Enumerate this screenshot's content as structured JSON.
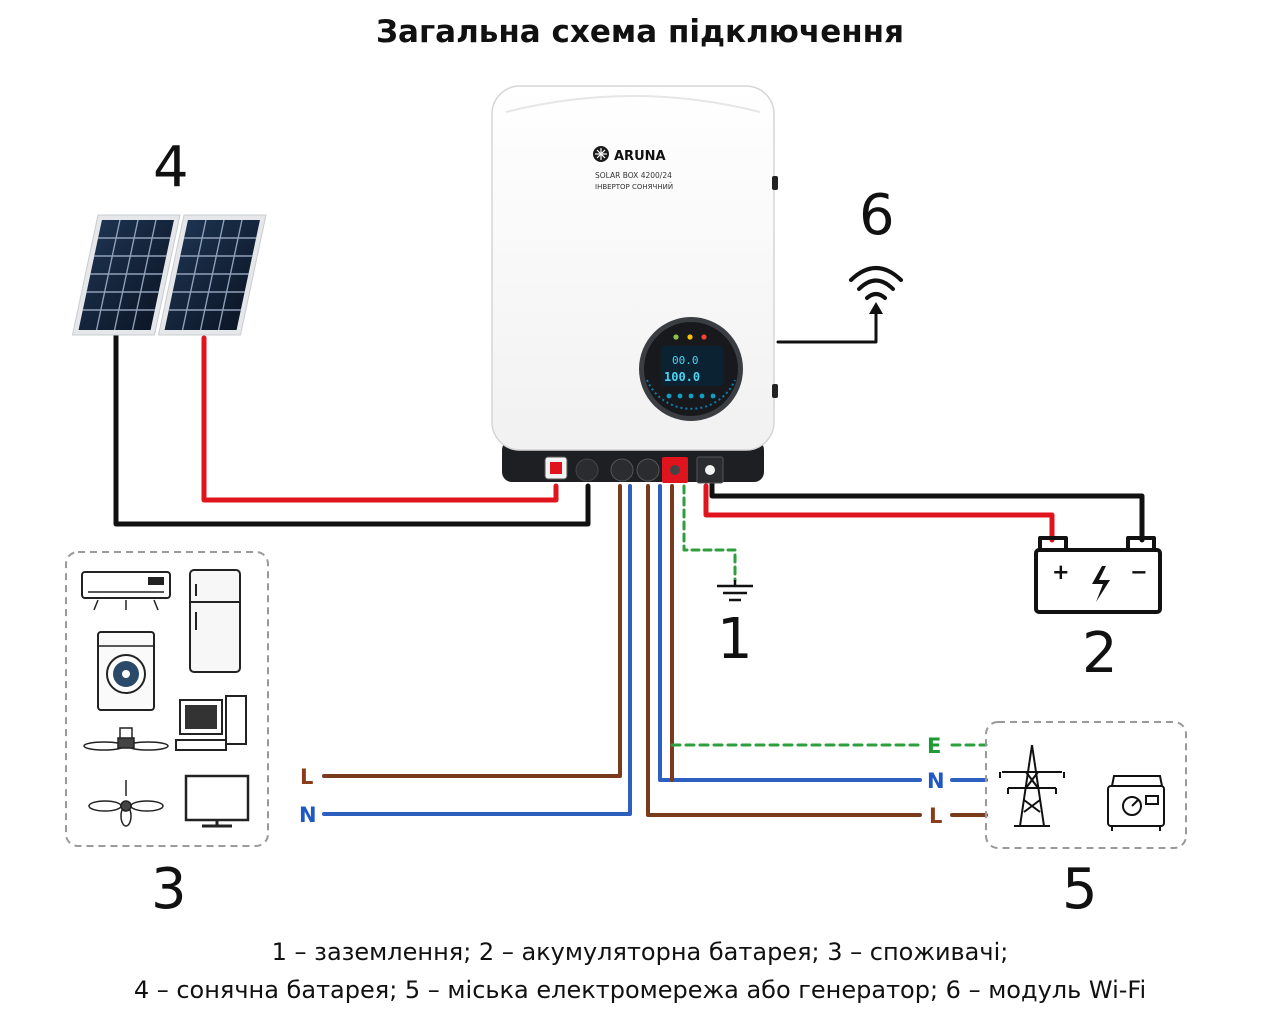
{
  "title": "Загальна схема підключення",
  "device": {
    "brand": "ARUNA",
    "model": "SOLAR BOX 4200/24",
    "subtitle": "ІНВЕРТОР СОНЯЧНИЙ",
    "display": {
      "top_reading": "00.0",
      "bottom_reading": "100.0"
    }
  },
  "labels": {
    "n1": "1",
    "n2": "2",
    "n3": "3",
    "n4": "4",
    "n5": "5",
    "n6": "6",
    "load_L": "L",
    "load_N": "N",
    "grid_E": "E",
    "grid_N": "N",
    "grid_L": "L",
    "battery_plus": "+",
    "battery_minus": "−"
  },
  "legend": {
    "line1": "1 – заземлення;  2 – акумуляторна  батарея;  3 – споживачі;",
    "line2": "4 – сонячна батарея;   5 – міська електромережа або генератор;   6 – модуль Wi-Fi"
  },
  "colors": {
    "live": "#7a3b1c",
    "neutral": "#2d5fc0",
    "earth": "#2e9e3e",
    "pv_positive": "#e0141c",
    "pv_negative": "#111111",
    "label_brown": "#8a3d1a",
    "label_blue": "#1f57c3",
    "label_green": "#1e9a35"
  },
  "icons": [
    "solar-panel-icon",
    "wifi-icon",
    "battery-icon",
    "ground-icon",
    "air-conditioner-icon",
    "fridge-icon",
    "washing-machine-icon",
    "computer-icon",
    "ceiling-fan-icon",
    "tv-icon",
    "power-pylon-icon",
    "generator-icon",
    "aruna-logo-icon"
  ]
}
